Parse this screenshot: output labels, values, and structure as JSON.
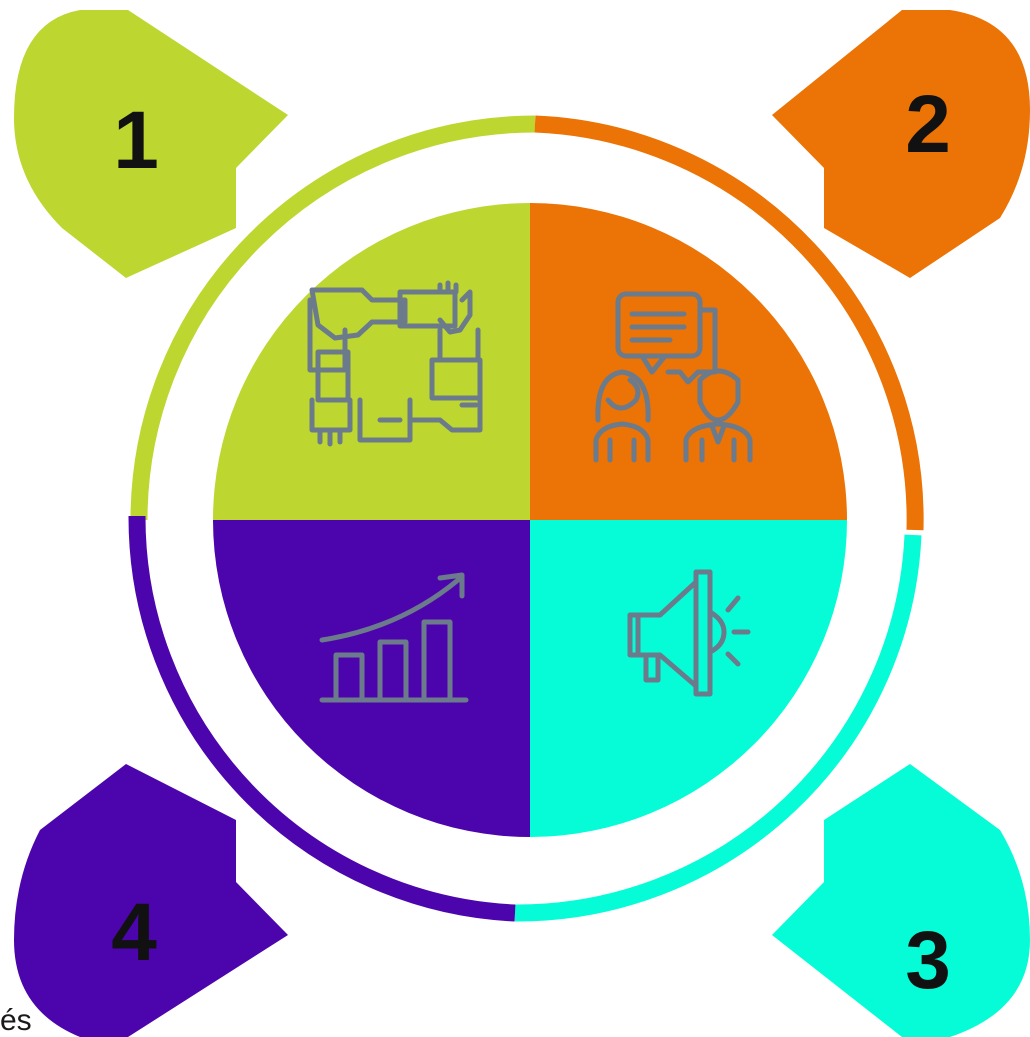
{
  "colors": {
    "step1": "#bdd630",
    "step2": "#ec7305",
    "step3": "#05fcd6",
    "step4": "#4c05ac",
    "icon_stroke": "#6b7b8c",
    "number_text": "#111111",
    "background": "#ffffff"
  },
  "steps": [
    {
      "number": "1",
      "icon": "teamwork-hands-icon"
    },
    {
      "number": "2",
      "icon": "people-conversation-icon"
    },
    {
      "number": "3",
      "icon": "megaphone-icon"
    },
    {
      "number": "4",
      "icon": "growth-chart-icon"
    }
  ],
  "stray_text": "és"
}
